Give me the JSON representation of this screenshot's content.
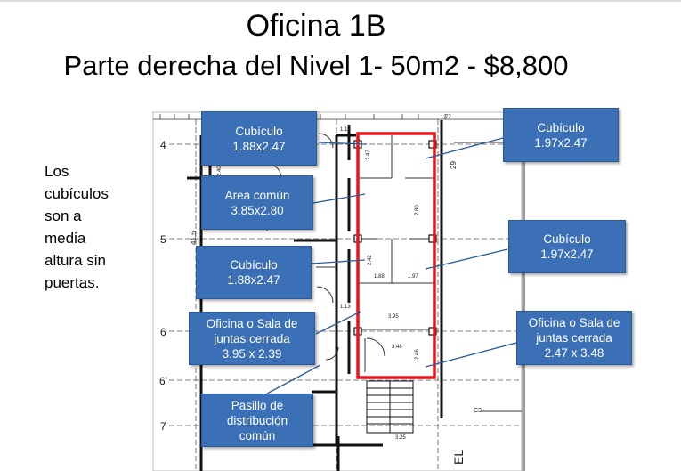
{
  "title": "Oficina 1B",
  "subtitle": "Parte derecha del Nivel 1-  50m2 - $8,800",
  "side_note": [
    "Los",
    "cubículos",
    "son a",
    "media",
    "altura sin",
    "puertas."
  ],
  "callouts": {
    "cub_tl": {
      "line1": "Cubículo",
      "line2": "1.88x2.47"
    },
    "area": {
      "line1": "Area común",
      "line2": "3.85x2.80"
    },
    "cub_ml": {
      "line1": "Cubículo",
      "line2": "1.88x2.47"
    },
    "sala_l": {
      "line1": "Oficina o Sala de",
      "line2": "juntas cerrada",
      "line3": "3.95 x 2.39"
    },
    "pasillo": {
      "line1": "Pasillo de",
      "line2": "distribución",
      "line3": "común"
    },
    "cub_tr": {
      "line1": "Cubículo",
      "line2": "1.97x2.47"
    },
    "cub_mr": {
      "line1": "Cubículo",
      "line2": "1.97x2.47"
    },
    "sala_r": {
      "line1": "Oficina o Sala de",
      "line2": "juntas cerrada",
      "line3": "2.47 x 3.48"
    }
  },
  "plan_labels": {
    "axis_4": "4",
    "axis_5": "5",
    "axis_6": "6",
    "axis_6p": "6'",
    "axis_7": "7",
    "dim_113_top": "1.13",
    "dim_113_mid": "1.13",
    "dim_415": "41.5",
    "dim_188": "1.88",
    "dim_197": "1.97",
    "dim_395": "3.95",
    "dim_348": "3.48",
    "dim_325": "3.25",
    "dim_240": "2.40",
    "dim_280": "2.80",
    "dim_247": "2.47",
    "dim_242": "2.42",
    "dim_246": "2.46",
    "dim_29": "29",
    "dim_177": "1.77",
    "c3": "C3",
    "el": "EL"
  },
  "colors": {
    "callout_fill": "#3b6fb6",
    "highlight": "#e8141c"
  }
}
